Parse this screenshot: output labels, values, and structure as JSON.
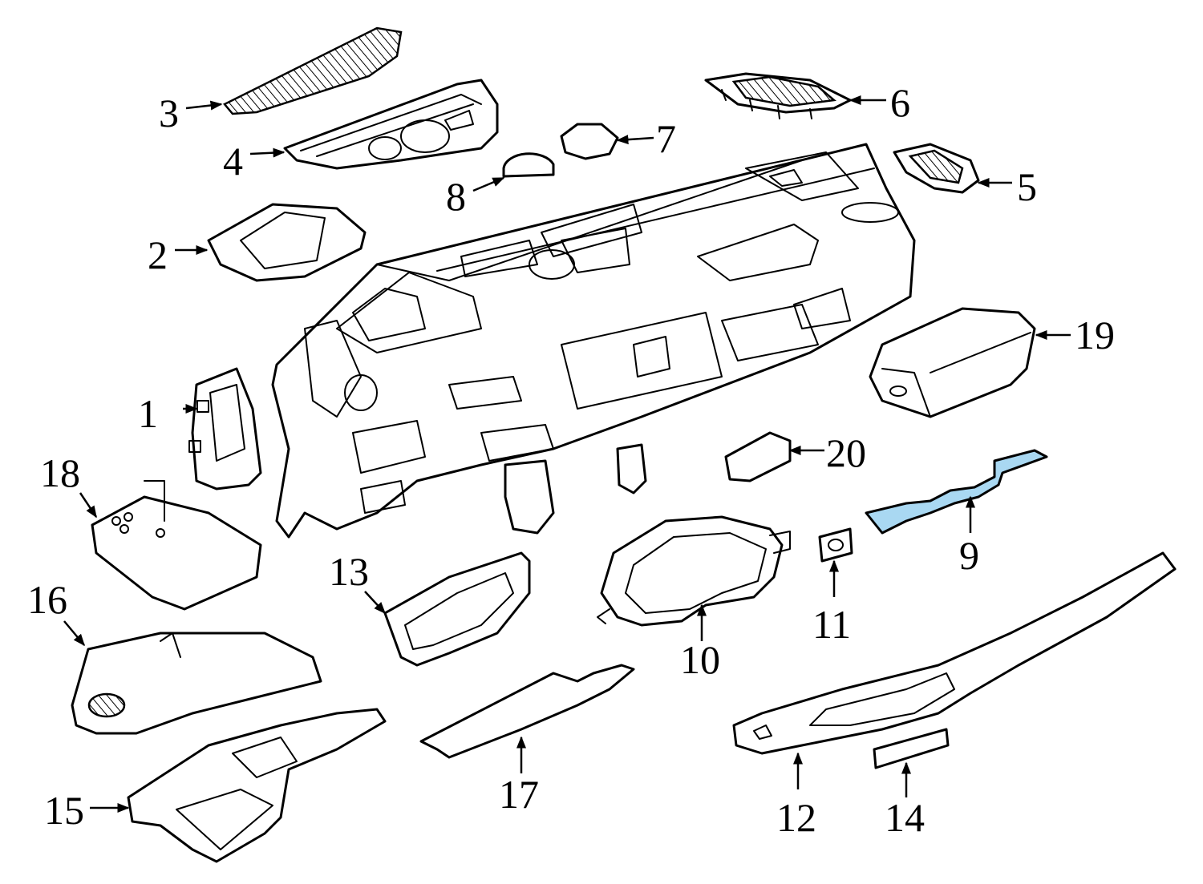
{
  "highlight_color": "#a9d8f2",
  "line_color": "#000000",
  "background_color": "#ffffff",
  "callouts": {
    "c1": "1",
    "c2": "2",
    "c3": "3",
    "c4": "4",
    "c5": "5",
    "c6": "6",
    "c7": "7",
    "c8": "8",
    "c9": "9",
    "c10": "10",
    "c11": "11",
    "c12": "12",
    "c13": "13",
    "c14": "14",
    "c15": "15",
    "c16": "16",
    "c17": "17",
    "c18": "18",
    "c19": "19",
    "c20": "20"
  },
  "highlighted_part": "9"
}
